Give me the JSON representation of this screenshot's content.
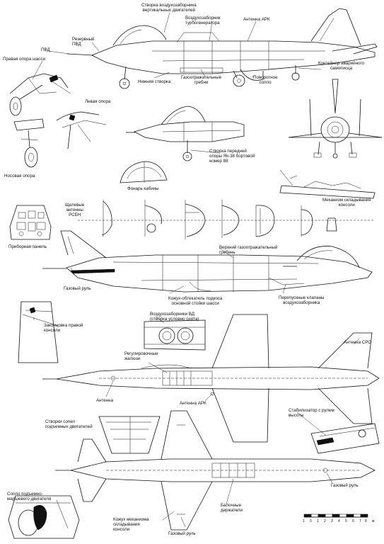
{
  "labels": {
    "stvorka_vozdukhozabornika": "Створка воздухозаборника\nвертикальных двигателей",
    "vozdukhozabornik_turbogeneratora": "Воздухозаборник\nтурбогенератора",
    "antenna_ark_top": "Антенна АРК",
    "rezervnyi_pvd": "Резервный\nПВД",
    "pvd": "ПВД",
    "pravaya_opora": "Правая опора шасси",
    "konteiner": "Контейнер аварийного\nсамописца",
    "gazootrazhatelnye_grebni": "Газоотражательные\nгребни",
    "nizhnyaya_stvorka": "Нижняя створка",
    "povorotnoe_soplo": "Поворотное\nсопло",
    "levaya_opora": "Левая опора",
    "nosovaya_opora": "Носовая опора",
    "stvorka_peredney": "Створка передней\nопоры Як-38 бортовой\nномер 88",
    "fonar_kabiny": "Фонарь кабины",
    "mekhanizm_skladyvaniya": "Механизм складывания\nконсоли",
    "schelevye_antenny": "Щелевые\nантенны\nРСБН",
    "pribornaya_panel": "Приборная панель",
    "verkhniy_greben": "Верхний газоотражательный\nгребень",
    "gazovyi_rul_left": "Газовый руль",
    "kozhukh_obtekatel": "Кожух-обтекатель подкоса\nосновной стойки шасси",
    "perepusknye_klapany": "Перепускные клапаны\nвоздухозаборника",
    "vozdukhozaborniki_vd": "Воздухозаборники ВД\n(створка условно снята)",
    "zakontsovka": "Законцовка правой\nконсоли",
    "antenna_sro": "Антенна СРО",
    "reguliruemye_zhaluzi": "Регулировочные\nжалюзи",
    "antenna_mid": "Антенна",
    "antenna_ark_bottom": "Антенна АРК",
    "stvorki_sopel": "Створки сопел\nподъемных двигателей",
    "stabilizator": "Стабилизатор с рулем\nвысоты",
    "gazovyi_rul_right": "Газовый руль",
    "soplo_podemno": "Сопло подъемно-\nмаршевого двигателя",
    "balochnye_derzhateli": "Балочные\nдержатели",
    "kozhukh_mekhanizma": "Кожух механизма\nскладывания\nконсоли",
    "gazovyi_rul_bottom": "Газовый руль"
  },
  "scale": {
    "ticks": [
      "1",
      "0",
      "1",
      "2",
      "3",
      "4",
      "5",
      "6",
      "7",
      "8"
    ],
    "unit": "м"
  }
}
